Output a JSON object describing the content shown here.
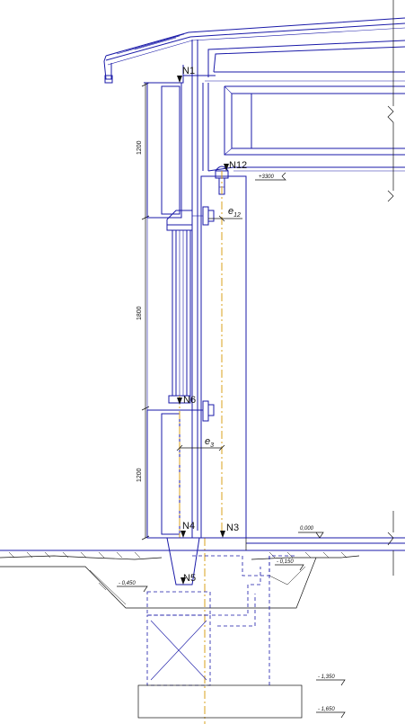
{
  "colors": {
    "line": "#1a1aa8",
    "axis": "#d9a21b",
    "ink": "#111111",
    "background": "#ffffff"
  },
  "nodes": {
    "n1": "N1",
    "n12": "N12",
    "n6": "N6",
    "n4": "N4",
    "n3": "N3",
    "n5": "N5"
  },
  "eccentricities": {
    "e12_main": "e",
    "e12_sub": "12",
    "e3_main": "e",
    "e3_sub": "3"
  },
  "dimensions": {
    "upper": "1200",
    "middle": "1800",
    "lower": "1200"
  },
  "levels": {
    "roof": "+3300",
    "ground": "0,000",
    "grade": "- 0,150",
    "foundation_top": "- 0,450",
    "footing_top": "- 1,350",
    "footing_bottom": "- 1,650"
  }
}
